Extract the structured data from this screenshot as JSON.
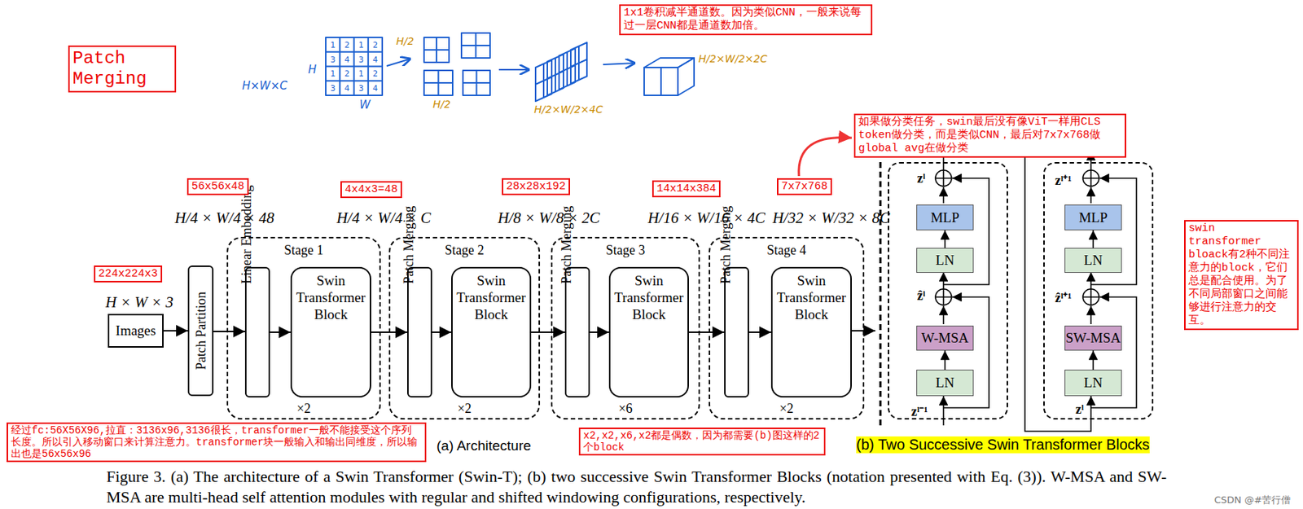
{
  "diagram": {
    "caption": "Figure 3. (a) The architecture of a Swin Transformer (Swin-T); (b) two successive Swin Transformer Blocks (notation presented with Eq. (3)). W-MSA and SW-MSA are multi-head self attention modules with regular and shifted windowing configurations, respectively.",
    "nodes": [
      {
        "text": [
          "Images"
        ]
      },
      {
        "text": [
          "Patch Partition"
        ]
      },
      {
        "text": [
          "Stage 1",
          "×2"
        ]
      },
      {
        "text": [
          "Linear Embedding"
        ],
        "in": 2
      },
      {
        "text": [
          "Swin Transformer Block"
        ],
        "in": 2
      },
      {
        "text": [
          "Stage 2",
          "×2"
        ]
      },
      {
        "text": [
          "Patch Merging"
        ],
        "in": 5
      },
      {
        "text": [
          "Swin Transformer Block"
        ],
        "in": 5
      },
      {
        "text": [
          "Stage 3",
          "×6"
        ]
      },
      {
        "text": [
          "Patch Merging"
        ],
        "in": 8
      },
      {
        "text": [
          "Swin Transformer Block"
        ],
        "in": 8
      },
      {
        "text": [
          "Stage 4",
          "×2"
        ]
      },
      {
        "text": [
          "Patch Merging"
        ],
        "in": 11
      },
      {
        "text": [
          "Swin Transformer Block"
        ],
        "in": 11
      },
      {
        "text": [
          "zˡ",
          "ẑˡ",
          "zˡ⁻¹"
        ]
      },
      {
        "text": [
          "MLP"
        ],
        "in": 14
      },
      {
        "text": [
          "LN"
        ],
        "in": 14
      },
      {
        "text": [
          "W-MSA"
        ],
        "in": 14
      },
      {
        "text": [
          "LN"
        ],
        "in": 14
      },
      {
        "text": [
          "zˡ⁺¹",
          "ẑˡ⁺¹",
          "zˡ"
        ]
      },
      {
        "text": [
          "MLP"
        ],
        "in": 19
      },
      {
        "text": [
          "LN"
        ],
        "in": 19
      },
      {
        "text": [
          "SW-MSA"
        ],
        "in": 19
      },
      {
        "text": [
          "LN"
        ],
        "in": 19
      },
      {
        "text": [
          "Patch Merging"
        ]
      },
      {
        "text": [
          "1x1卷积减半通道数。因为类似CNN，一般来说每过一层CNN都是通道数加倍。"
        ]
      },
      {
        "text": [
          "如果做分类任务，swin最后没有像ViT一样用CLS token做分类，而是类似CNN，最后对7x7x768做global avg在做分类"
        ]
      },
      {
        "text": [
          "swin transformer bloack有2种不同注意力的block，它们总是配合使用。为了不同局部窗口之间能够进行注意力的交互。"
        ]
      },
      {
        "text": [
          "经过fc:56X56X96,拉直：3136x96,3136很长，transformer一般不能接受这个序列长度。所以引入移动窗口来计算注意力。transformer块一般输入和输出同维度，所以输出也是56x56x96"
        ]
      },
      {
        "text": [
          "x2,x2,x6,x2都是偶数，因为都需要(b)图这样的2个block"
        ]
      },
      {
        "text": [
          "56x56x48"
        ]
      },
      {
        "text": [
          "4x4x3=48"
        ]
      },
      {
        "text": [
          "28x28x192"
        ]
      },
      {
        "text": [
          "14x14x384"
        ]
      },
      {
        "text": [
          "7x7x768"
        ]
      },
      {
        "text": [
          "224x224x3"
        ]
      }
    ],
    "edges": [
      {
        "from": 0,
        "to": 1,
        "arrow": "to"
      },
      {
        "from": 1,
        "to": 3,
        "arrow": "to"
      },
      {
        "from": 3,
        "to": 4,
        "arrow": "to"
      },
      {
        "from": 4,
        "to": 6,
        "arrow": "to"
      },
      {
        "from": 6,
        "to": 7,
        "arrow": "to"
      },
      {
        "from": 7,
        "to": 9,
        "arrow": "to"
      },
      {
        "from": 9,
        "to": 10,
        "arrow": "to"
      },
      {
        "from": 10,
        "to": 12,
        "arrow": "to"
      },
      {
        "from": 12,
        "to": 13,
        "arrow": "to"
      },
      {
        "from": 18,
        "to": 17,
        "arrow": "to"
      },
      {
        "from": 16,
        "to": 15,
        "arrow": "to"
      },
      {
        "from": 23,
        "to": 22,
        "arrow": "to"
      },
      {
        "from": 21,
        "to": 20,
        "arrow": "to"
      },
      {
        "from": 34,
        "to": 26,
        "arrow": "to"
      }
    ],
    "labels": [
      "H×W×C",
      "H",
      "1",
      "2",
      "1",
      "2",
      "3",
      "4",
      "3",
      "4",
      "1",
      "2",
      "1",
      "2",
      "3",
      "4",
      "3",
      "4",
      "W",
      "H/2",
      "H/2",
      "H/2×W/2×4C",
      "H/2×W/2×2C",
      "H × W × 3",
      "H/4 × W/4 × 48",
      "H/4 × W/4 × C",
      "H/8 × W/8 × 2C",
      "H/16 × W/16 × 4C",
      "H/32 × W/32 × 8C",
      "(a) Architecture",
      "(b) Two Successive Swin Transformer Blocks",
      "CSDN @#苦行僧"
    ]
  }
}
